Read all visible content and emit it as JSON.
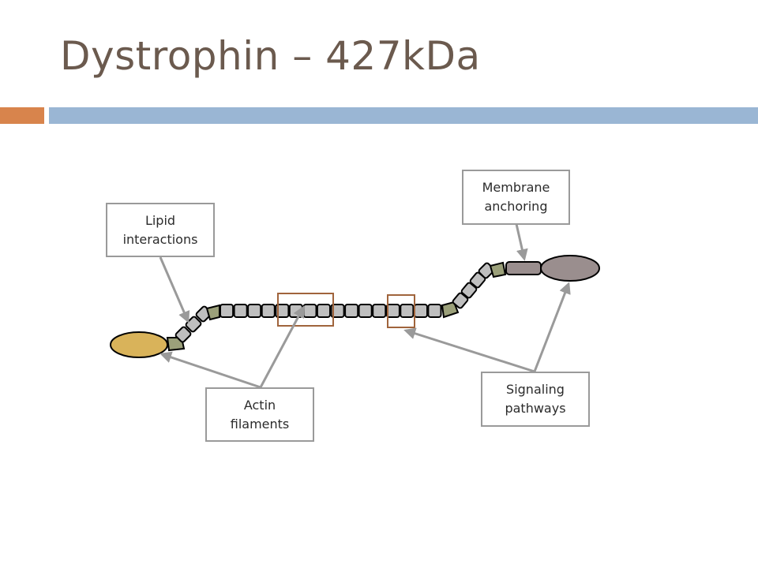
{
  "slide": {
    "title": "Dystrophin – 427kDa"
  },
  "theme": {
    "title_color": "#6b5a4e",
    "accent_orange": "#d8844c",
    "accent_blue": "#9ab6d4",
    "n_terminus_color": "#d9b35a",
    "c_terminus_color": "#9a8e8e",
    "spectrin_repeat_color": "#bfbfbf",
    "hinge_color": "#9ba07a",
    "linker_color": "#9a8e8e",
    "highlight_box_color": "#a0643c",
    "arrow_color": "#9a9a9a"
  },
  "labels": {
    "lipid": {
      "line1": "Lipid",
      "line2": "interactions"
    },
    "membrane": {
      "line1": "Membrane",
      "line2": "anchoring"
    },
    "actin": {
      "line1": "Actin",
      "line2": "filaments"
    },
    "signaling": {
      "line1": "Signaling",
      "line2": "pathways"
    }
  }
}
